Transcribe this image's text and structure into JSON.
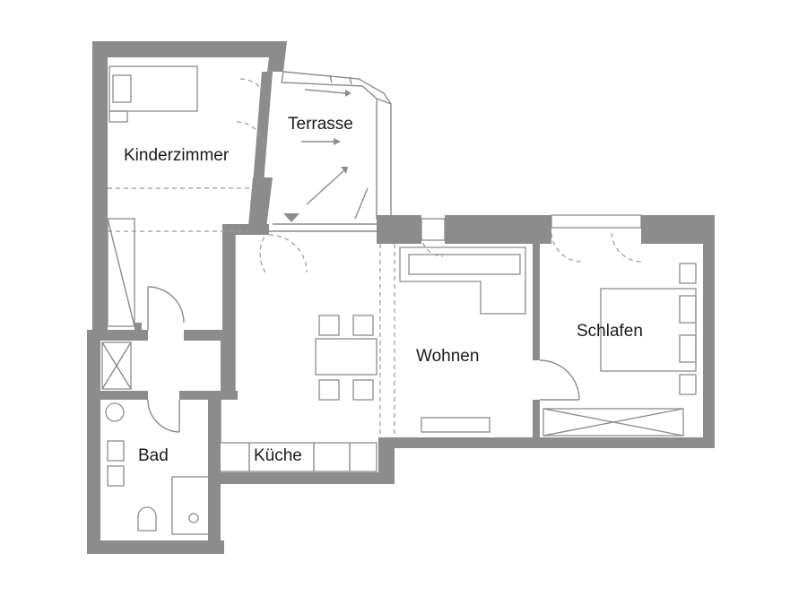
{
  "rooms": {
    "kinderzimmer": "Kinderzimmer",
    "terrasse": "Terrasse",
    "wohnen": "Wohnen",
    "schlafen": "Schlafen",
    "bad": "Bad",
    "kueche": "Küche"
  },
  "colors": {
    "wall": "#8c8c8c",
    "line": "#8c8c8c",
    "background": "#ffffff",
    "text": "#1a1a1a"
  }
}
